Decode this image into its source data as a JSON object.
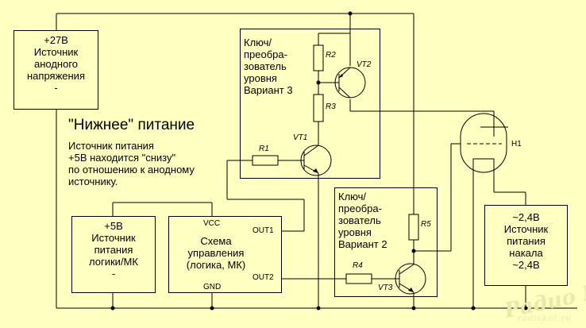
{
  "anode_source": {
    "lines": [
      "+27В",
      "Источник",
      "анодного",
      "напряжения",
      "-"
    ]
  },
  "key_v3": {
    "lines": [
      "Ключ/",
      "преобра-",
      "зователь",
      "уровня",
      "Вариант 3"
    ]
  },
  "key_v2": {
    "lines": [
      "Ключ/",
      "преобра-",
      "зователь",
      "уровня",
      "Вариант 2"
    ]
  },
  "logic_source": {
    "lines": [
      "+5В",
      "Источник",
      "питания",
      "логики/МК",
      "-"
    ]
  },
  "control": {
    "lines": [
      "Схема",
      "управления",
      "(логика, МК)"
    ],
    "vcc": "VCC",
    "gnd": "GND",
    "out1": "OUT1",
    "out2": "OUT2"
  },
  "heater_source": {
    "lines": [
      "~2,4В",
      "Источник",
      "питания",
      "накала",
      "~2,4В"
    ]
  },
  "heading": "\"Нижнее\" питание",
  "description": [
    "Источник питания",
    "+5В находится \"снизу\"",
    "по отношению к анодному",
    "источнику."
  ],
  "refs": {
    "r1": "R1",
    "r2": "R2",
    "r3": "R3",
    "r4": "R4",
    "r5": "R5",
    "vt1": "VT1",
    "vt2": "VT2",
    "vt3": "VT3",
    "h1": "H1"
  },
  "watermark": {
    "logo": "Радио КОТ",
    "url": "radiokot.ru"
  },
  "colors": {
    "background": "#ffffc2",
    "line": "#000000"
  }
}
